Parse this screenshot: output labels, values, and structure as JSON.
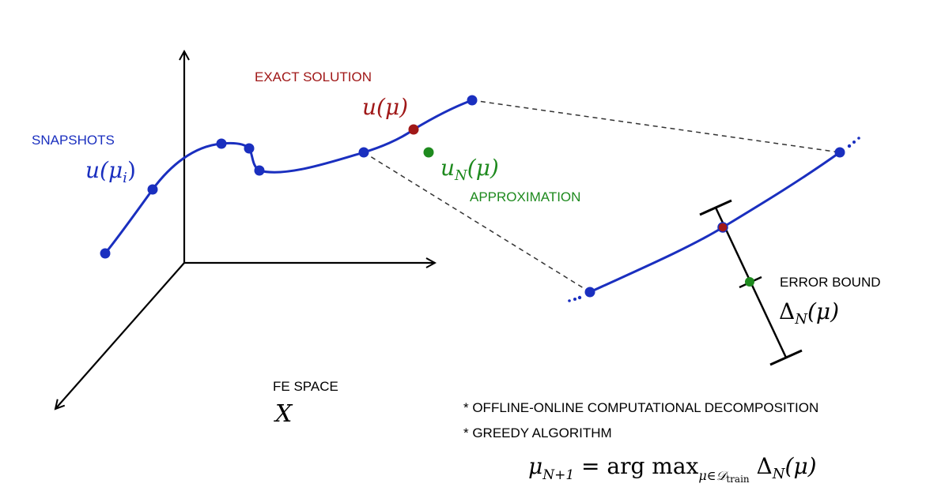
{
  "labels": {
    "snapshots": "SNAPSHOTS",
    "snapshots_math_u": "u(",
    "snapshots_math_mu": "μ",
    "snapshots_math_i": "i",
    "snapshots_math_close": ")",
    "exact_solution": "EXACT SOLUTION",
    "exact_math": "u(μ)",
    "approx_math_u": "u",
    "approx_math_N": "N",
    "approx_math_rest": "(μ)",
    "approximation": "APPROXIMATION",
    "error_bound": "ERROR BOUND",
    "error_math_delta": "Δ",
    "error_math_N": "N",
    "error_math_rest": "(μ)",
    "fe_space": "FE SPACE",
    "fe_space_math": "X",
    "bullet_1": "* OFFLINE-ONLINE COMPUTATIONAL DECOMPOSITION",
    "bullet_2": "* GREEDY ALGORITHM",
    "formula_mu": "μ",
    "formula_sub": "N+1",
    "formula_eq": " = arg max",
    "formula_sub2": "μ∈𝒟",
    "formula_sub3": "train",
    "formula_delta": " Δ",
    "formula_N": "N",
    "formula_rest": "(μ)"
  },
  "colors": {
    "curve": "#1a2fbf",
    "snapshot_point": "#1a2fbf",
    "exact": "#a01818",
    "approx": "#1e8a1e",
    "snapshots_text": "#1a2fbf",
    "exact_text": "#a01818",
    "approx_text": "#1e8a1e",
    "axis": "#000000"
  }
}
